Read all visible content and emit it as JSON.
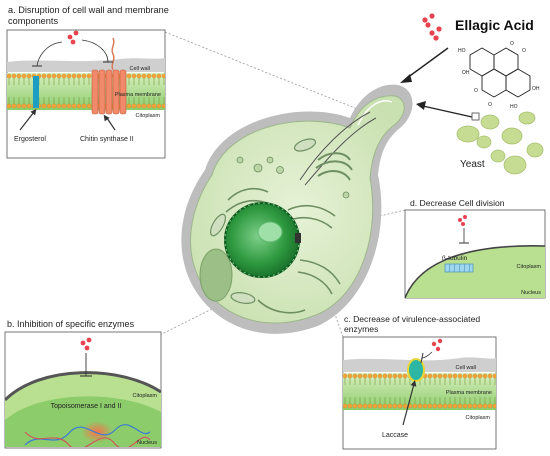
{
  "panels": {
    "a": {
      "title_line1": "a. Disruption of cell wall and membrane",
      "title_line2": "components",
      "cell_wall": "Cell wall",
      "plasma_membrane": "Plasma membrane",
      "cytoplasm": "Citoplasm",
      "ergosterol": "Ergosterol",
      "chitin_synthase": "Chitin synthase II"
    },
    "b": {
      "title": "b. Inhibition of specific enzymes",
      "cytoplasm": "Citoplasm",
      "enzyme": "Topoisomerase I and II",
      "nucleus": "Nucleus"
    },
    "c": {
      "title_line1": "c. Decrease of virulence-associated",
      "title_line2": "enzymes",
      "cell_wall": "Cell wall",
      "plasma_membrane": "Plasma membrane",
      "cytoplasm": "Citoplasm",
      "laccase": "Laccase"
    },
    "d": {
      "title": "d. Decrease Cell division",
      "tubulin": "ß-tubulin",
      "cytoplasm": "Citoplasm",
      "nucleus": "Nucleus"
    }
  },
  "compound": {
    "name": "Ellagic Acid",
    "groups": [
      "HO",
      "OH",
      "O",
      "O",
      "O",
      "O",
      "HO",
      "OH"
    ]
  },
  "organism": "Yeast",
  "colors": {
    "cell_green": "#d5e8c0",
    "nucleus_green": "#2e8f3c",
    "molecule_red": "#e8434f",
    "membrane_orange": "#f2a33a",
    "membrane_green": "#8cc65a"
  }
}
